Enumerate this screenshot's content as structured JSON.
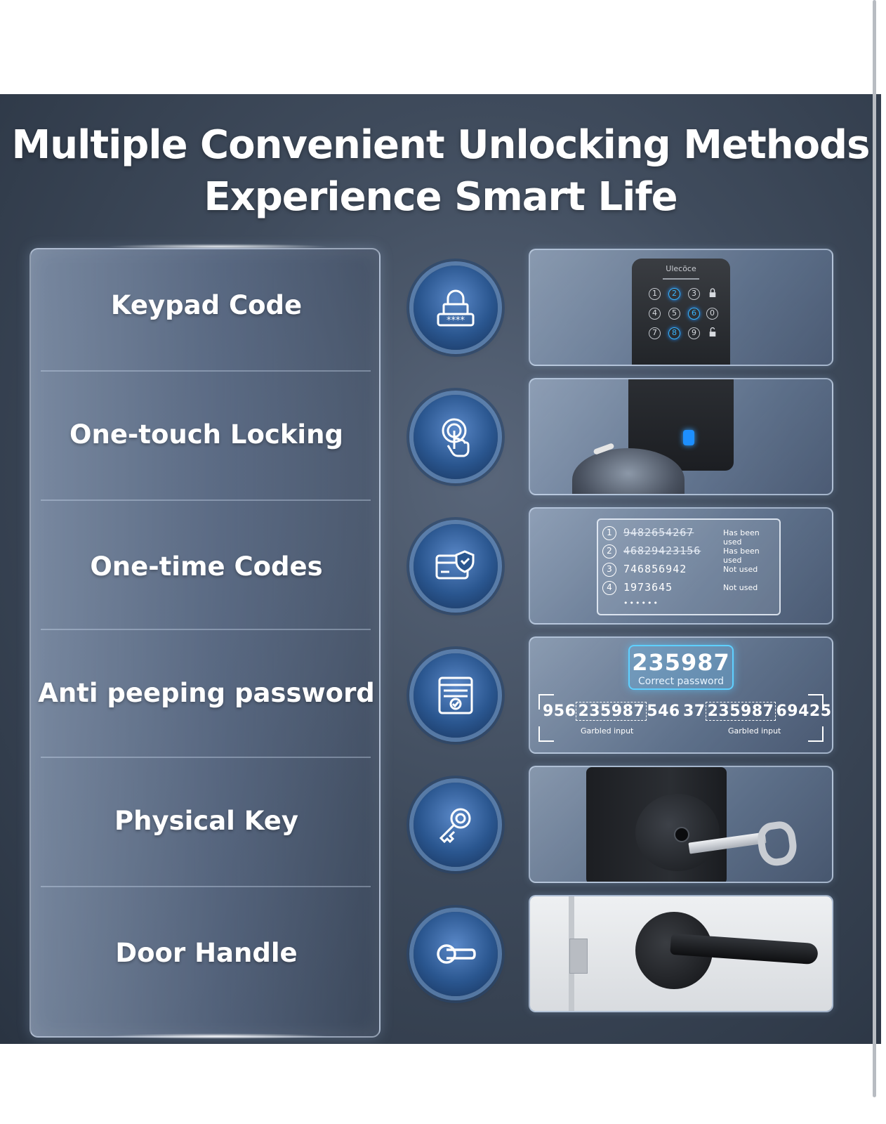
{
  "banner": {
    "title_line1": "Multiple Convenient Unlocking Methods",
    "title_line2": "Experience Smart Life"
  },
  "methods": [
    {
      "label": "Keypad Code",
      "icon": "padlock-password-icon"
    },
    {
      "label": "One-touch Locking",
      "icon": "touch-finger-icon"
    },
    {
      "label": "One-time Codes",
      "icon": "card-shield-icon"
    },
    {
      "label": "Anti peeping password",
      "icon": "screen-checklist-icon"
    },
    {
      "label": "Physical Key",
      "icon": "key-icon"
    },
    {
      "label": "Door Handle",
      "icon": "door-handle-icon"
    }
  ],
  "keypad": {
    "brand": "Ulecöce",
    "keys": [
      "1",
      "2",
      "3",
      "🔒",
      "4",
      "5",
      "6",
      "0",
      "7",
      "8",
      "9",
      "🔓"
    ]
  },
  "one_time_codes": [
    {
      "index": "1",
      "code": "9482654267",
      "status": "Has been used"
    },
    {
      "index": "2",
      "code": "46829423156",
      "status": "Has been used"
    },
    {
      "index": "3",
      "code": "746856942",
      "status": "Not used"
    },
    {
      "index": "4",
      "code": "1973645",
      "status": "Not used"
    }
  ],
  "one_time_dots": "••••••",
  "anti_peeping": {
    "password": "235987",
    "password_label": "Correct password",
    "garbled1_pre": "956",
    "garbled1_mid": "235987",
    "garbled1_post": "546",
    "garbled2_pre": "37",
    "garbled2_mid": "235987",
    "garbled2_post": "69425",
    "garbled_label": "Garbled input"
  },
  "colors": {
    "banner_dark": "#2a3442",
    "accent_blue": "#39b6ff",
    "icon_blue": "#2a568f"
  }
}
